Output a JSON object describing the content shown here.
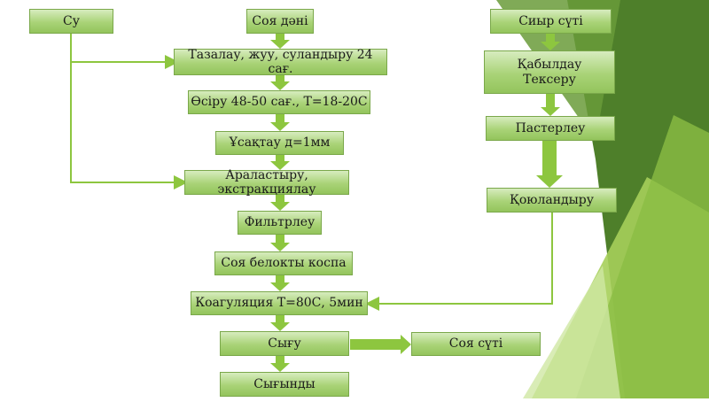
{
  "colors": {
    "accent": "#8dc63f",
    "box_border": "#7aa84a",
    "bg_dark": "#4e7f2a",
    "bg_light": "#a6cf5a"
  },
  "boxes": {
    "water": "Су",
    "soy_beans": "Соя дәні",
    "cow_milk": "Сиыр сүті",
    "cleaning": "Тазалау, жуу, суландыру 24 сағ.",
    "reception": "Қабылдау\nТексеру",
    "germination": "Өсіру 48-50 сағ., Т=18-20С",
    "pasteurization": "Пастерлеу",
    "grinding": "Ұсақтау д=1мм",
    "mixing": "Араластыру, экстракциялау",
    "thickening": "Қоюландыру",
    "filtration": "Фильтрлеу",
    "soy_protein_mix": "Соя белокты коспа",
    "coagulation": "Коагуляция Т=80С, 5мин",
    "pressing": "Сығу",
    "soy_milk": "Соя сүті",
    "pressed": "Сығынды"
  }
}
